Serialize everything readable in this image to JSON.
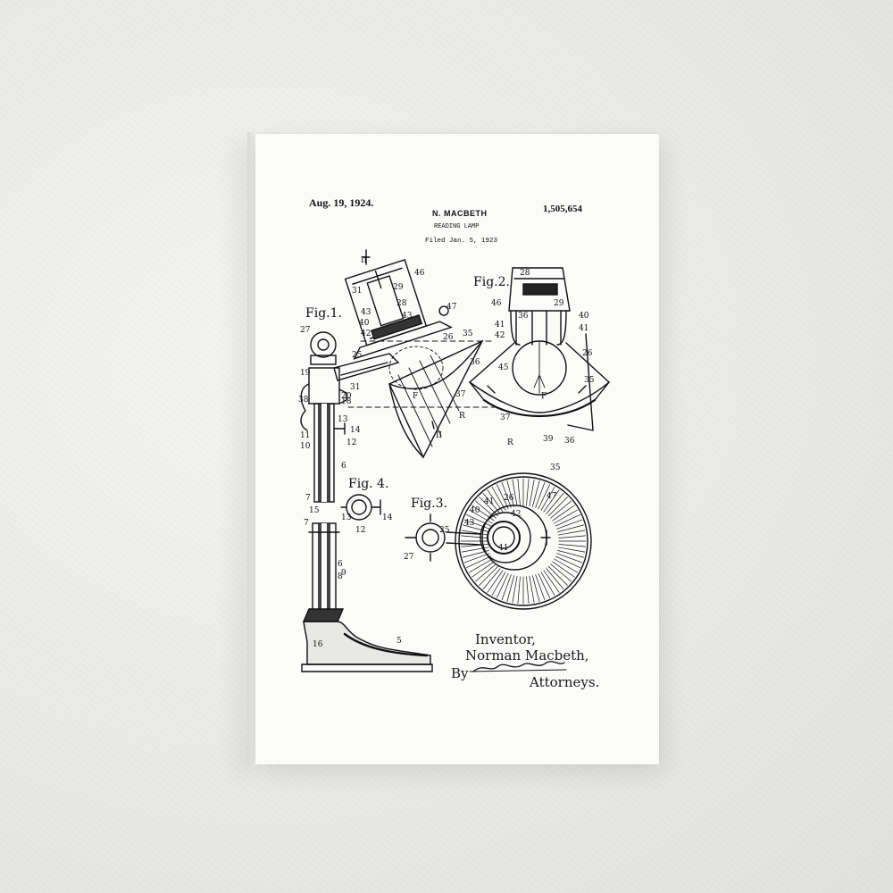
{
  "patent": {
    "date": "Aug. 19, 1924.",
    "inventor_header": "N. MACBETH",
    "title": "READING LAMP",
    "filed": "Filed Jan. 5, 1923",
    "number": "1,505,654"
  },
  "figures": {
    "fig1": "Fig.1.",
    "fig2": "Fig.2.",
    "fig3": "Fig.3.",
    "fig4": "Fig. 4."
  },
  "signature": {
    "inventor_label": "Inventor,",
    "inventor_name": "Norman Macbeth,",
    "by": "By",
    "attorneys": "Attorneys."
  },
  "colors": {
    "ink": "#111111",
    "canvas": "#fbfbfa",
    "wall": "#ececea"
  }
}
